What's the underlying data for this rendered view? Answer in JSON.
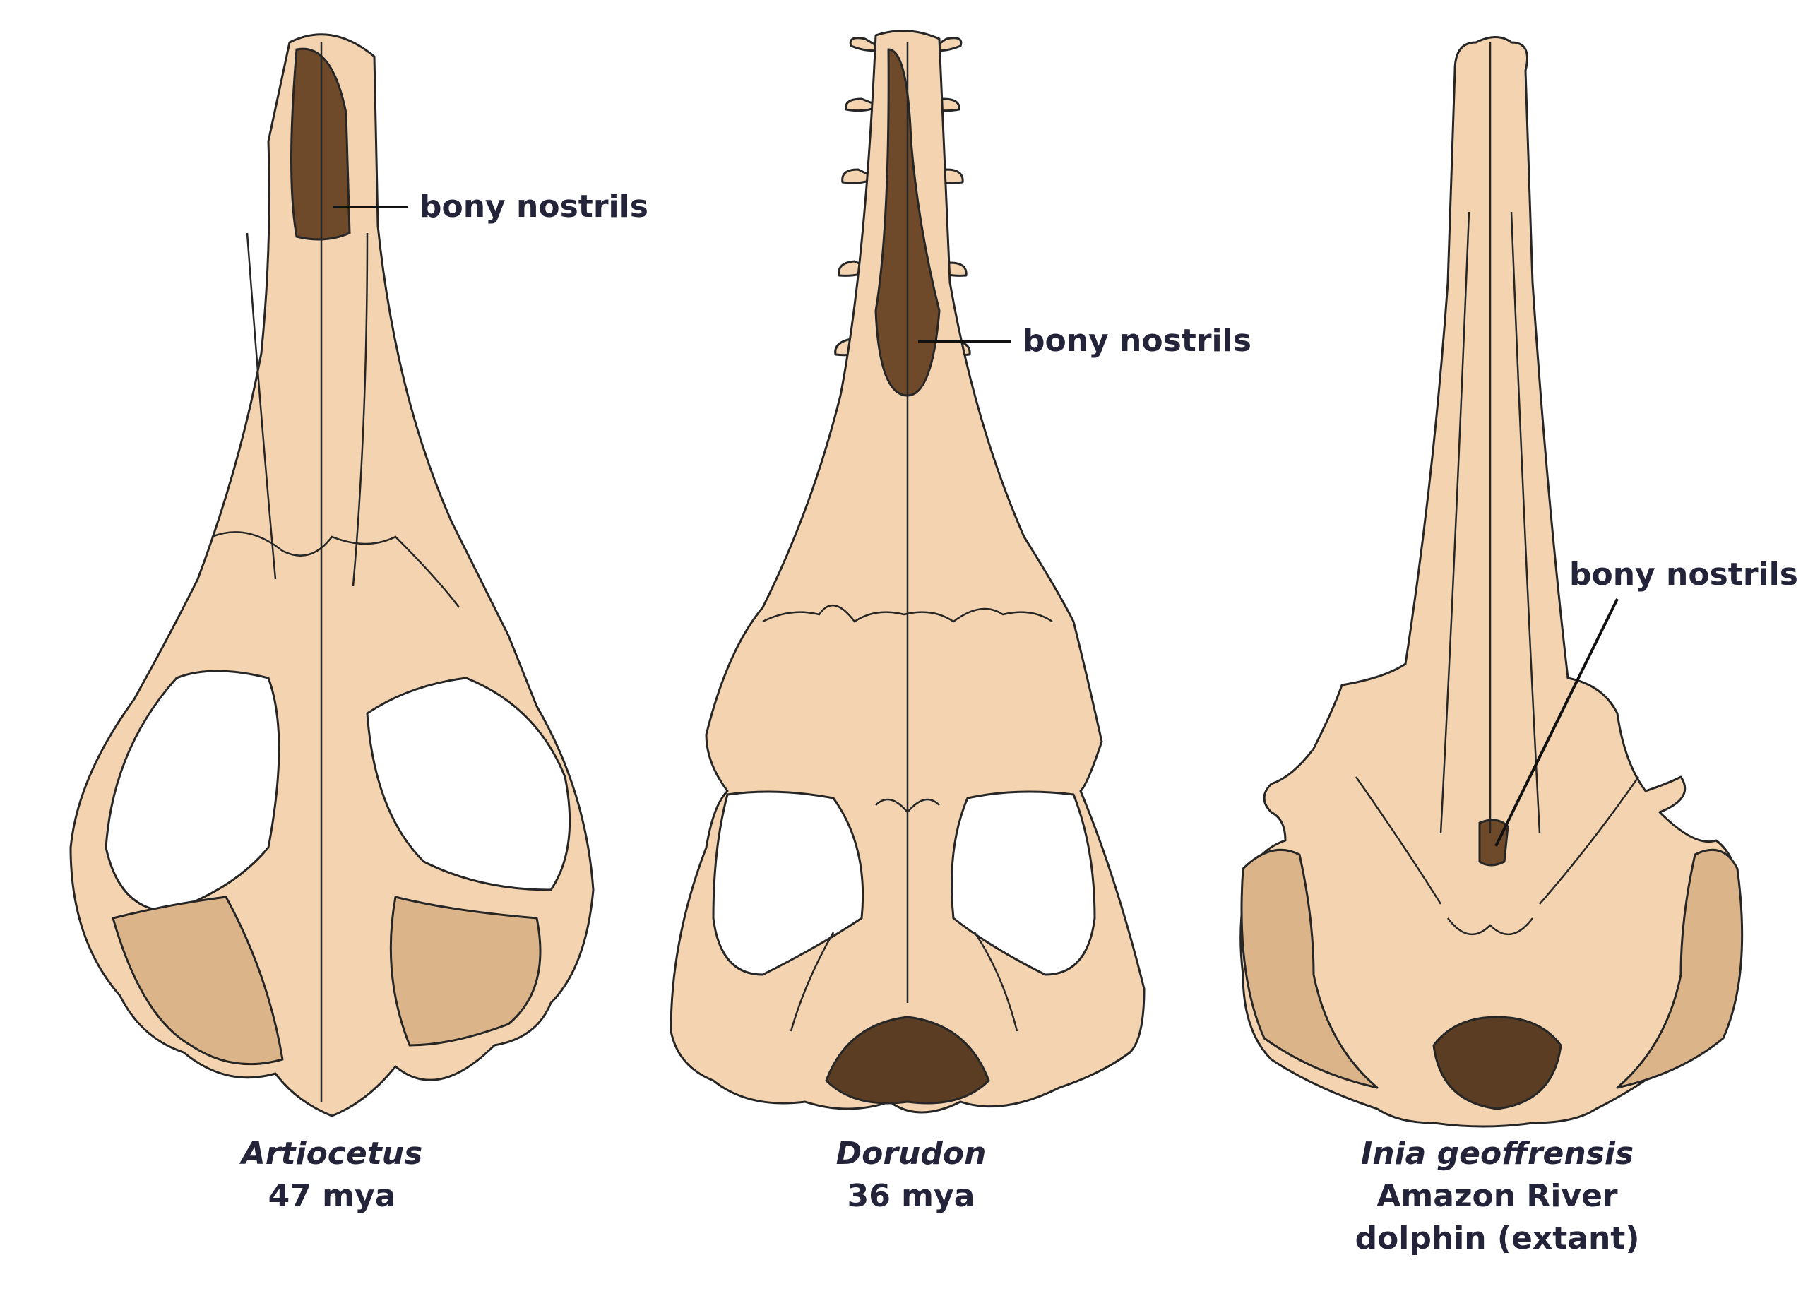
{
  "skulls": [
    {
      "genus": "Artiocetus",
      "caption_lines": [
        "47 mya"
      ],
      "nostril_label": "bony nostrils"
    },
    {
      "genus": "Dorudon",
      "caption_lines": [
        "36 mya"
      ],
      "nostril_label": "bony nostrils"
    },
    {
      "genus": "Inia geoffrensis",
      "caption_lines": [
        "Amazon River",
        "dolphin (extant)"
      ],
      "nostril_label": "bony nostrils"
    }
  ],
  "colors": {
    "bone": "#f4d4b0",
    "bone_shade": "#dcb48a",
    "nostril": "#6e4a2a",
    "text": "#23233a"
  }
}
